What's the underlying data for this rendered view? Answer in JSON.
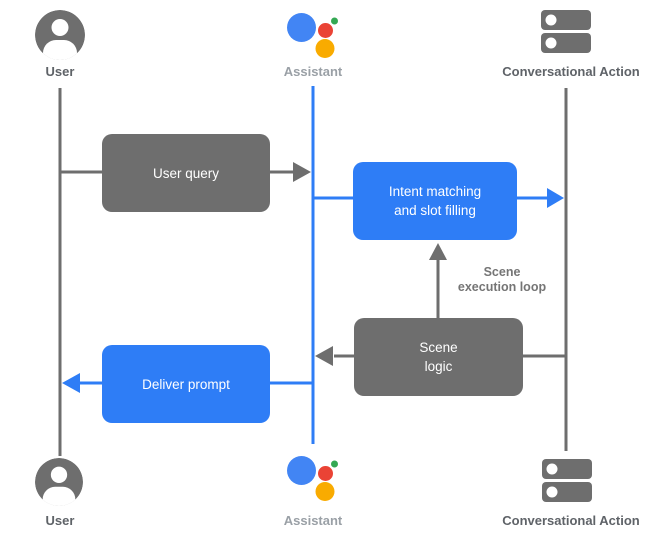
{
  "actors": {
    "user": {
      "label": "User"
    },
    "assistant": {
      "label": "Assistant"
    },
    "conversational_action": {
      "label": "Conversational Action"
    }
  },
  "nodes": {
    "user_query": {
      "label": "User query"
    },
    "intent_matching": {
      "label": "Intent matching\nand slot filling"
    },
    "scene_logic": {
      "label": "Scene\nlogic"
    },
    "deliver_prompt": {
      "label": "Deliver prompt"
    }
  },
  "annotations": {
    "scene_execution_loop": {
      "label": "Scene\nexecution loop"
    }
  },
  "colors": {
    "gray": "#6E6E6E",
    "blue": "#2E7DF6",
    "label_dark": "#5F6368",
    "label_light": "#9AA0A6",
    "logo_blue": "#4285F4",
    "logo_red": "#EA4335",
    "logo_green": "#34A853",
    "logo_yellow": "#F9AB00"
  }
}
